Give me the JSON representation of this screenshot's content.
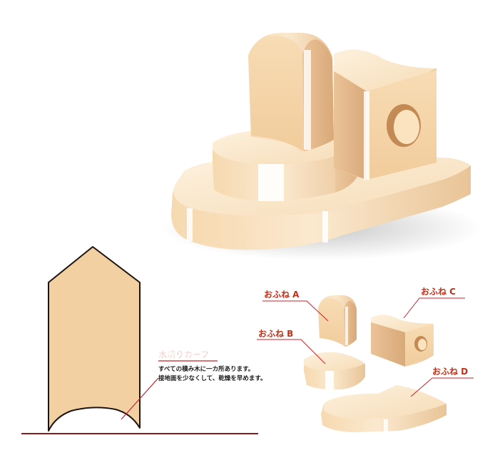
{
  "annotation": {
    "title": "水切りカーブ",
    "line1": "すべての積み木に一カ所あります。",
    "line2": "接地面を少なくして、乾燥を早めます。"
  },
  "labels": {
    "a": "おふね A",
    "b": "おふね B",
    "c": "おふね C",
    "d": "おふね D"
  },
  "colors": {
    "wood_light": "#fbe8cc",
    "wood_mid": "#f3d3a8",
    "wood_dark": "#e2b686",
    "outline": "#2a1a10",
    "accent_red": "#c8202a",
    "label_text": "#c23018",
    "floor_line": "#8a1a1a"
  }
}
